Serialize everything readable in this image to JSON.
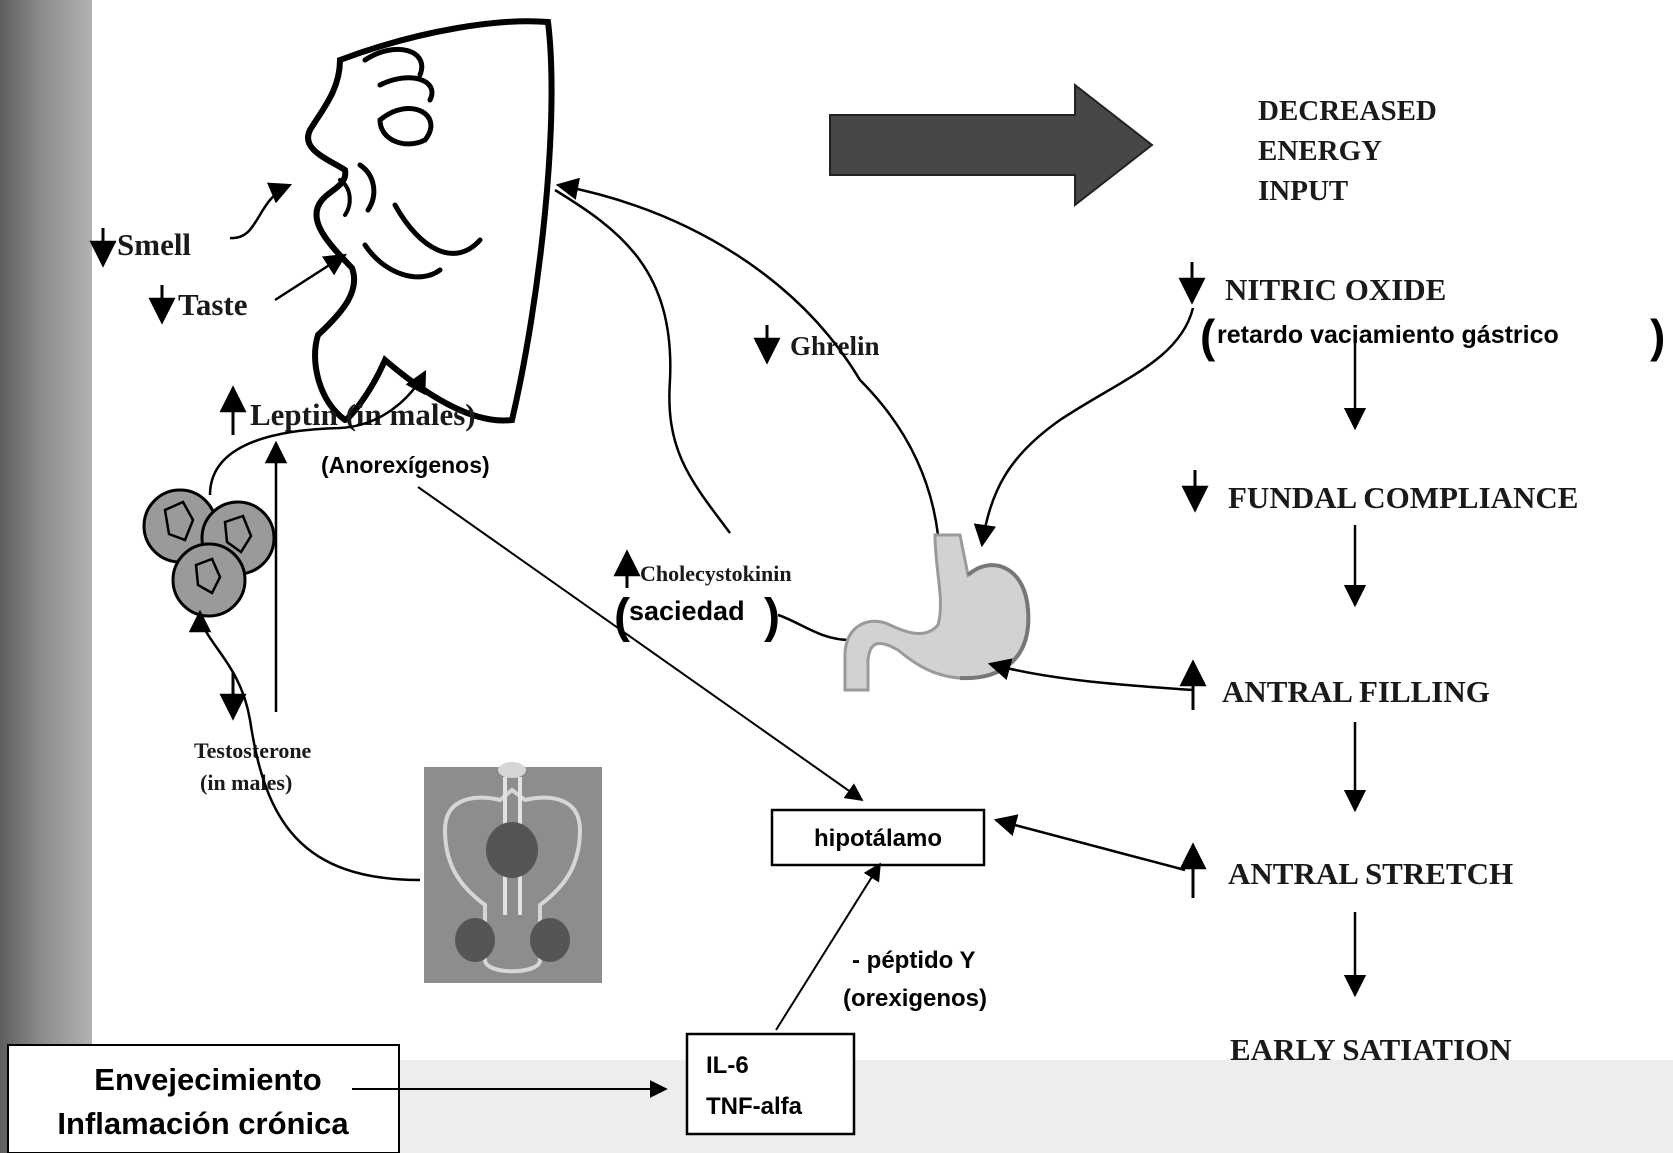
{
  "diagram": {
    "outcome": {
      "line1": "DECREASED",
      "line2": "ENERGY",
      "line3": "INPUT"
    },
    "labels": {
      "smell": "Smell",
      "taste": "Taste",
      "leptin": "Leptin (in males)",
      "anorexigenos": "(Anorexígenos)",
      "ghrelin": "Ghrelin",
      "cholecystokinin": "Cholecystokinin",
      "saciedad": "saciedad",
      "testosterone_line1": "Testosterone",
      "testosterone_line2": "(in males)",
      "peptido_line1": "- péptido Y",
      "peptido_line2": "(orexigenos)"
    },
    "chain": {
      "nitric_oxide": "NITRIC OXIDE",
      "nitric_note": "retardo vaciamiento gástrico",
      "fundal_compliance": "FUNDAL COMPLIANCE",
      "antral_filling": "ANTRAL FILLING",
      "antral_stretch": "ANTRAL STRETCH",
      "early_satiation": "EARLY SATIATION"
    },
    "boxes": {
      "hipotalamo": "hipotálamo",
      "il6": "IL-6",
      "tnf": "TNF-alfa",
      "envejecimiento": "Envejecimiento",
      "inflamacion": "Inflamación crónica"
    }
  }
}
